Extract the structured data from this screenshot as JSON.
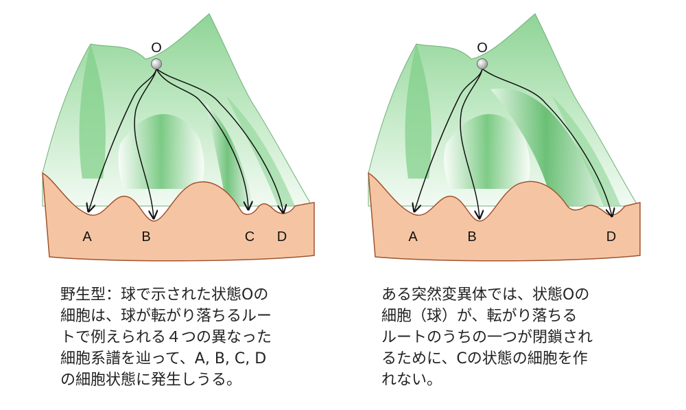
{
  "panels": [
    {
      "id": "wild-type",
      "ball_label": "O",
      "valleys": [
        "A",
        "B",
        "C",
        "D"
      ],
      "caption": "野生型：球で示された状態Oの\n細胞は、球が転がり落ちるルー\nトで例えられる４つの異なった\n細胞系譜を辿って、A, B, C, D\nの細胞状態に発生しうる。"
    },
    {
      "id": "mutant",
      "ball_label": "O",
      "valleys": [
        "A",
        "B",
        "D"
      ],
      "caption": "ある突然変異体では、状態Oの\n細胞（球）が、転がり落ちる\nルートのうちの一つが閉鎖され\nるために、Cの状態の細胞を作\nれない。"
    }
  ],
  "colors": {
    "ground_fill": "#f5c5a3",
    "ground_stroke": "#a0522d",
    "hill_green": "#7ccf85",
    "hill_light": "#eaf7ec",
    "arrow": "#111111",
    "ball": "#c8c8c8"
  }
}
